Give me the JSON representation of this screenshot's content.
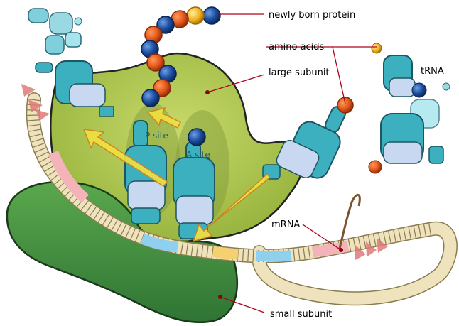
{
  "labels": {
    "newly_born_protein": "newly born protein",
    "amino_acids": "amino acids",
    "large_subunit": "large subunit",
    "trna": "tRNA",
    "p_site": "P site",
    "a_site": "A site",
    "mrna": "mRNA",
    "small_subunit": "small subunit"
  },
  "colors": {
    "large_subunit": "#a9c44a",
    "small_subunit": "#3f8c42",
    "trna": "#3db0c0",
    "amino_acid_blue": "#1a4fa0",
    "amino_acid_red": "#e0541a",
    "amino_acid_yellow": "#f0b020",
    "mrna_backbone": "#e8dcb6",
    "arrow": "#f0e040"
  }
}
